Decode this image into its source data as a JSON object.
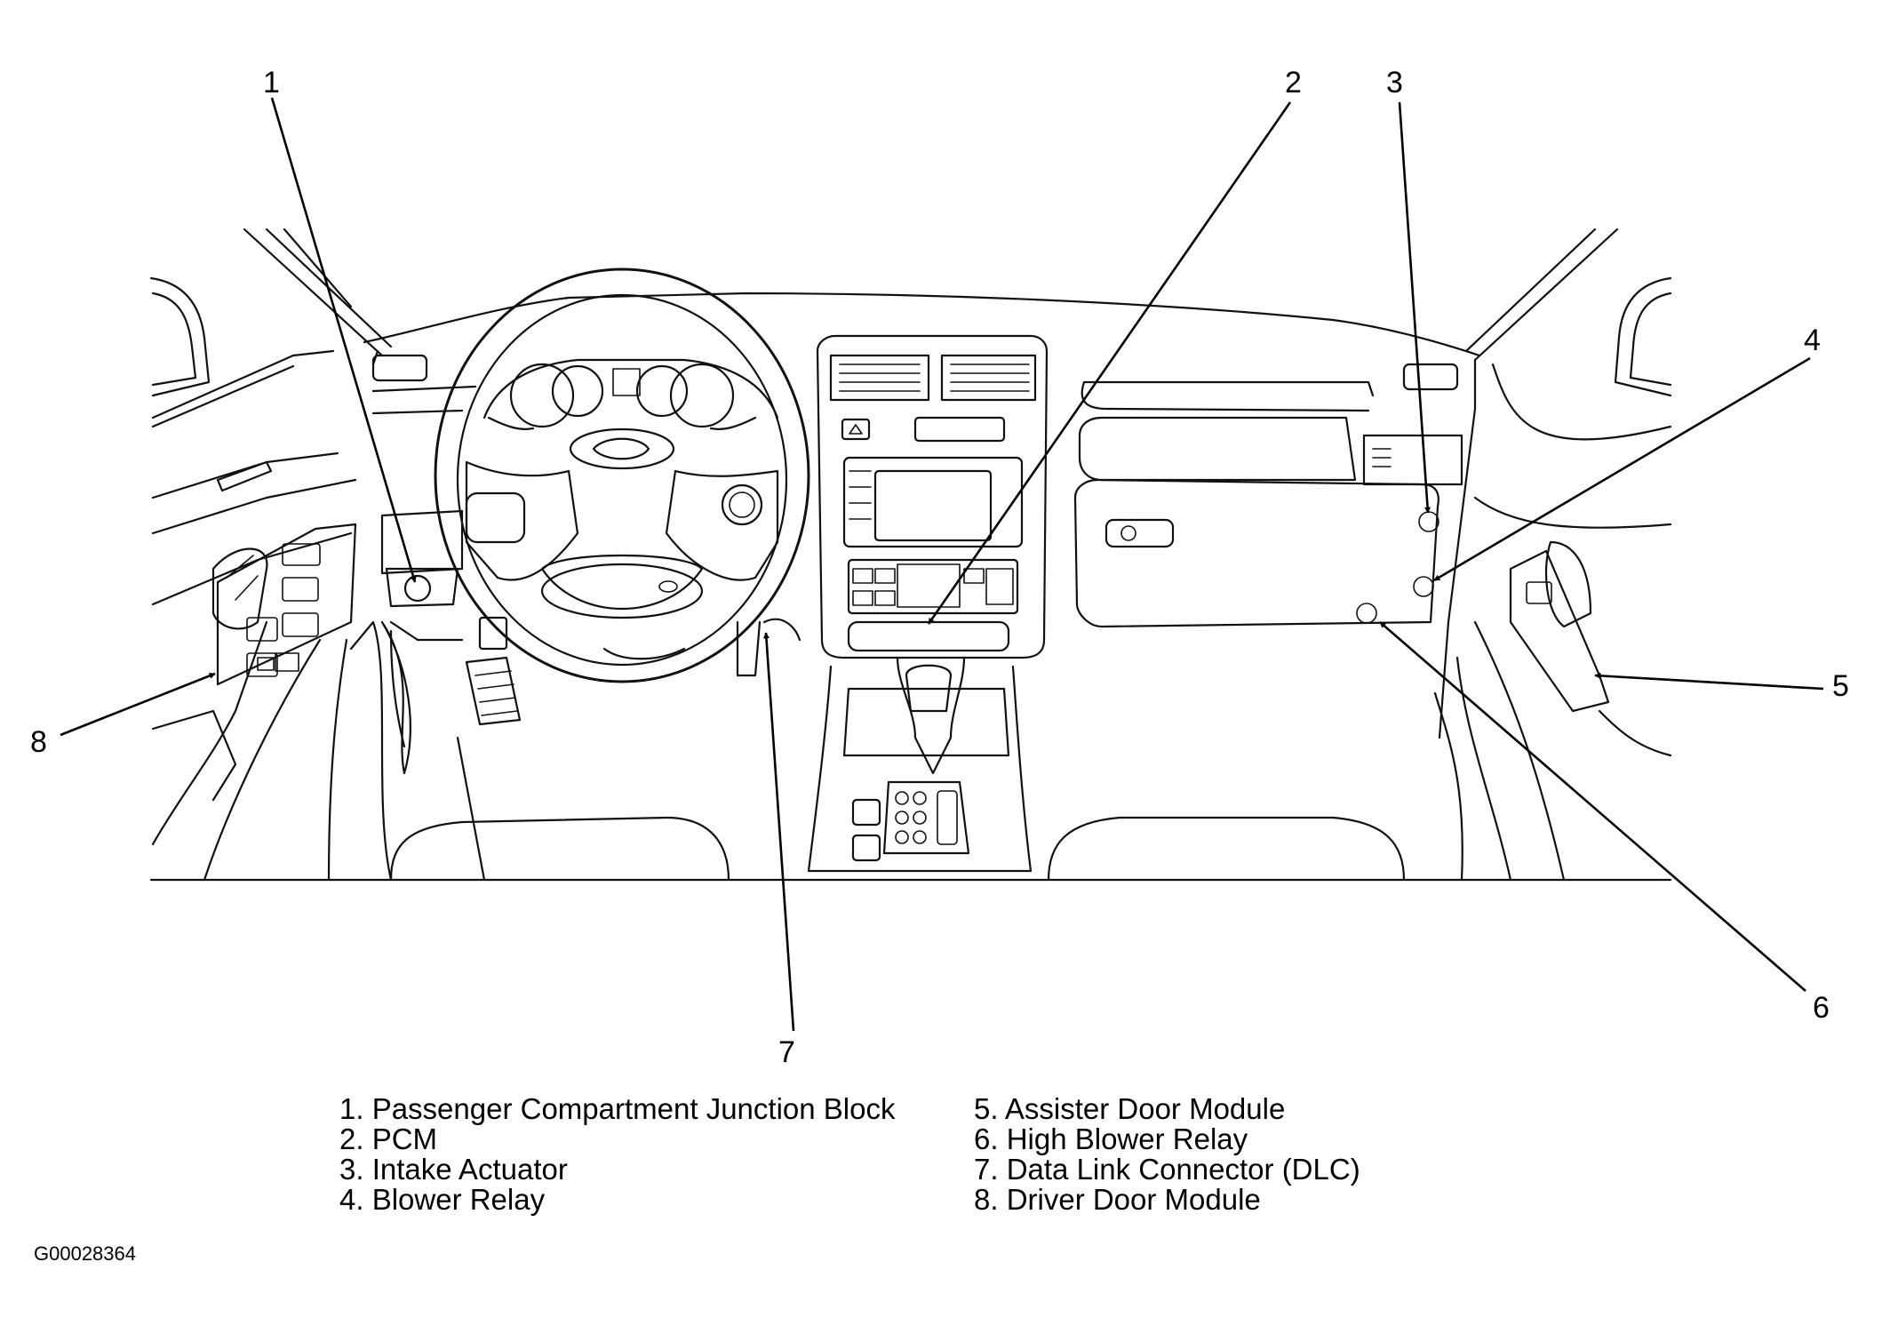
{
  "figure_id": "G00028364",
  "callouts": [
    {
      "number": "1",
      "label": "Passenger Compartment Junction Block"
    },
    {
      "number": "2",
      "label": "PCM"
    },
    {
      "number": "3",
      "label": "Intake Actuator"
    },
    {
      "number": "4",
      "label": "Blower Relay"
    },
    {
      "number": "5",
      "label": "Assister Door Module"
    },
    {
      "number": "6",
      "label": "High Blower Relay"
    },
    {
      "number": "7",
      "label": "Data Link Connector (DLC)"
    },
    {
      "number": "8",
      "label": "Driver Door Module"
    }
  ],
  "legend_left": [
    "1. Passenger Compartment Junction Block",
    "2. PCM",
    "3. Intake Actuator",
    "4. Blower Relay"
  ],
  "legend_right": [
    "5. Assister Door Module",
    "6. High Blower Relay",
    "7. Data Link Connector (DLC)",
    "8. Driver Door Module"
  ]
}
